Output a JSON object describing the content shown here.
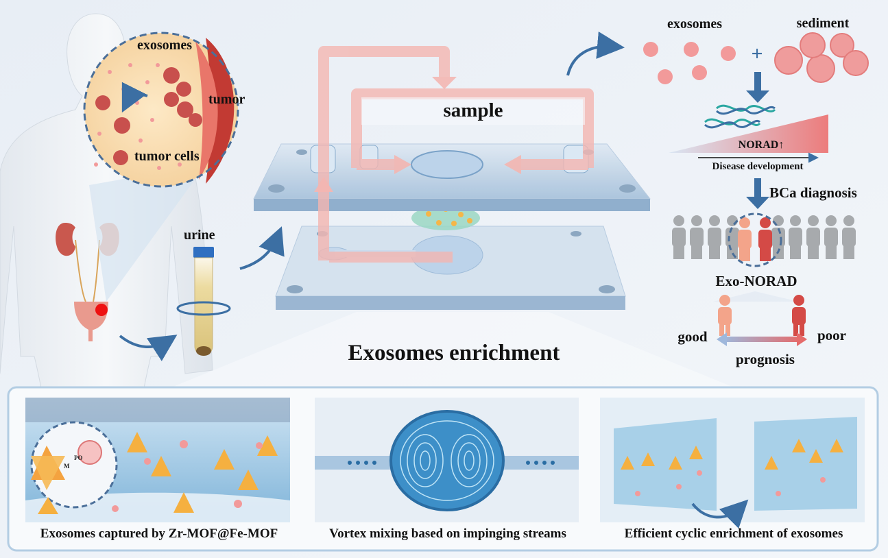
{
  "labels": {
    "exosomes_tumor": "exosomes",
    "tumor": "tumor",
    "tumor_cells": "tumor cells",
    "urine": "urine",
    "sample": "sample",
    "enrichment": "Exosomes enrichment",
    "exosomes_top": "exosomes",
    "sediment": "sediment",
    "plus": "+",
    "norad": "NORAD↑",
    "disease_dev": "Disease development",
    "bca": "BCa diagnosis",
    "exo_norad": "Exo-NORAD",
    "good": "good",
    "poor": "poor",
    "prognosis": "prognosis",
    "mof_po": "PO",
    "mof_m": "M"
  },
  "panels": [
    {
      "caption": "Exosomes captured by Zr-MOF@Fe-MOF"
    },
    {
      "caption": "Vortex mixing based on impinging streams"
    },
    {
      "caption": "Efficient cyclic enrichment of exosomes"
    }
  ],
  "colors": {
    "accent_blue": "#3c6fa3",
    "exosome_pink": "#f29a9a",
    "tumor_red": "#c8504d",
    "arrow_red": "#f4b6b1",
    "person_gray": "#a7aaad"
  }
}
